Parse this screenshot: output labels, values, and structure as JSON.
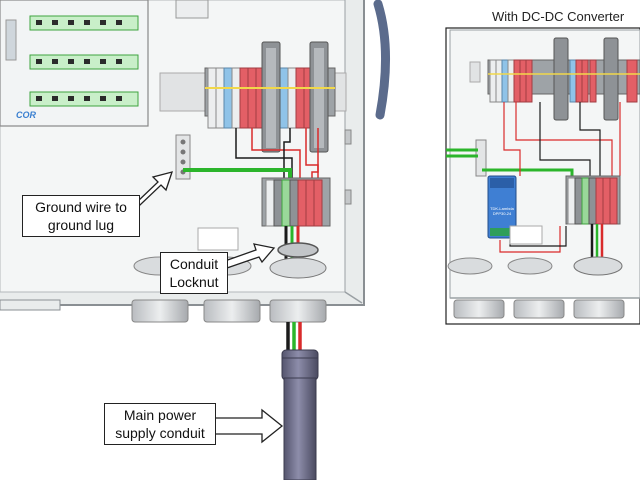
{
  "diagram": {
    "right_panel_title": "With DC-DC Converter",
    "callouts": {
      "ground": [
        "Ground wire to",
        "ground lug"
      ],
      "locknut": [
        "Conduit",
        "Locknut"
      ],
      "conduit": [
        "Main power",
        "supply conduit"
      ]
    },
    "brand_fragment": "COR",
    "converter_text": [
      "TDK-Lambda",
      "DPP30-24"
    ],
    "colors": {
      "enclosure": "#eef0f0",
      "enclosure_edge": "#8a8f93",
      "ground_green": "#2bb52b",
      "wire_red": "#d92b2b",
      "wire_black": "#1a1a1a",
      "terminal_red": "#e35f66",
      "terminal_blue": "#8fc3e8",
      "dinrail_gray": "#9ea3a7",
      "conduit_purple": "#6e6e88",
      "converter_blue": "#3f7fd3"
    }
  }
}
